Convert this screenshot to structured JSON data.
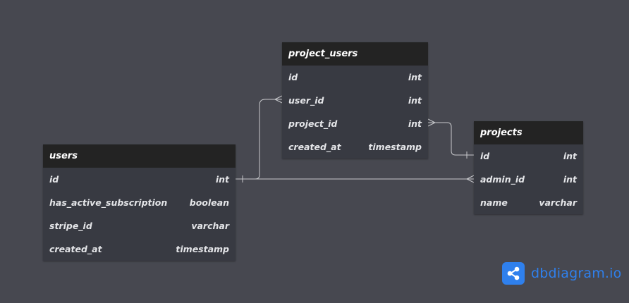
{
  "tables": {
    "users": {
      "name": "users",
      "fields": [
        {
          "name": "id",
          "type": "int"
        },
        {
          "name": "has_active_subscription",
          "type": "boolean"
        },
        {
          "name": "stripe_id",
          "type": "varchar"
        },
        {
          "name": "created_at",
          "type": "timestamp"
        }
      ]
    },
    "project_users": {
      "name": "project_users",
      "fields": [
        {
          "name": "id",
          "type": "int"
        },
        {
          "name": "user_id",
          "type": "int"
        },
        {
          "name": "project_id",
          "type": "int"
        },
        {
          "name": "created_at",
          "type": "timestamp"
        }
      ]
    },
    "projects": {
      "name": "projects",
      "fields": [
        {
          "name": "id",
          "type": "int"
        },
        {
          "name": "admin_id",
          "type": "int"
        },
        {
          "name": "name",
          "type": "varchar"
        }
      ]
    }
  },
  "relationships": [
    {
      "from": "users.id",
      "to": "project_users.user_id",
      "from_cardinality": "one",
      "to_cardinality": "many"
    },
    {
      "from": "users.id",
      "to": "projects.admin_id",
      "from_cardinality": "one",
      "to_cardinality": "many"
    },
    {
      "from": "project_users.project_id",
      "to": "projects.id",
      "from_cardinality": "many",
      "to_cardinality": "one"
    }
  ],
  "brand": {
    "name": "dbdiagram.io",
    "icon": "share-nodes-icon",
    "color": "#2f80ed"
  },
  "colors": {
    "background": "#474850",
    "table_body": "#383a42",
    "table_header": "#232323",
    "link": "#c8c9cc"
  }
}
